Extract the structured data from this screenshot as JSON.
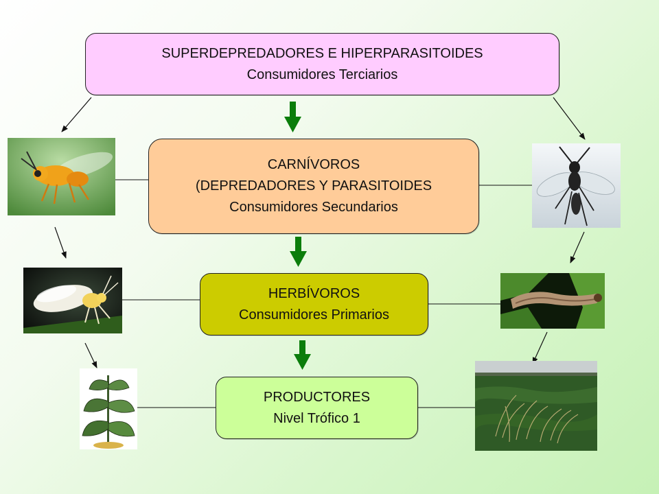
{
  "levels": {
    "tertiary": {
      "title": "SUPERDEPREDADORES E HIPERPARASITOIDES",
      "subtitle": "Consumidores Terciarios",
      "color": "#ffccff"
    },
    "secondary": {
      "title": "CARNÍVOROS",
      "line2": "(DEPREDADORES Y PARASITOIDES",
      "subtitle": "Consumidores Secundarios",
      "color": "#ffcc99"
    },
    "primary": {
      "title": "HERBÍVOROS",
      "subtitle": "Consumidores Primarios",
      "color": "#cccc00"
    },
    "producers": {
      "title": "PRODUCTORES",
      "subtitle": "Nivel Trófico 1",
      "color": "#ccff99"
    }
  },
  "photos": [
    {
      "name": "parasitoid-wasp-photo",
      "subject": "small orange parasitoid wasp on leaf"
    },
    {
      "name": "black-wasp-photo",
      "subject": "black ichneumon wasp"
    },
    {
      "name": "whitefly-photo",
      "subject": "whitefly insect"
    },
    {
      "name": "caterpillar-photo",
      "subject": "caterpillar on leaf"
    },
    {
      "name": "plant-illustration",
      "subject": "tobacco plant drawing"
    },
    {
      "name": "crop-field-photo",
      "subject": "crop field with weeds"
    }
  ],
  "colors": {
    "flow_arrow": "#0b7d0b",
    "connector": "#111111"
  }
}
